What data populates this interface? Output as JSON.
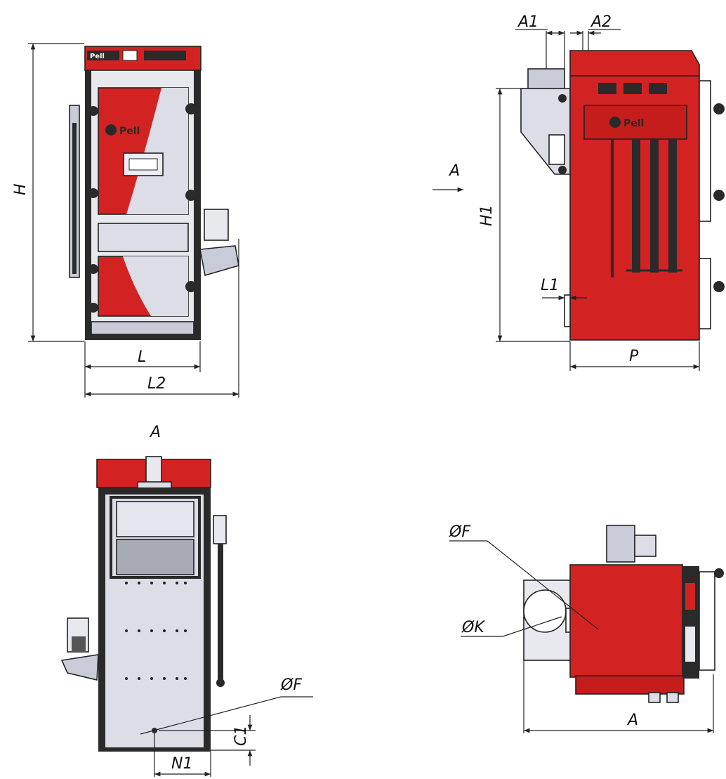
{
  "colors": {
    "body_red": "#d32222",
    "dark_red": "#a81414",
    "steel": "#c9ccd8",
    "dark_steel": "#9a9ca8",
    "frame": "#2a2a2a",
    "line": "#222222",
    "bg": "#ffffff"
  },
  "logo_text": "Pell",
  "front_view": {
    "labels": {
      "height": "H",
      "length": "L",
      "total_length": "L2"
    }
  },
  "side_view": {
    "labels": {
      "a1": "A1",
      "a2": "A2",
      "view_arrow": "A",
      "height1": "H1",
      "l1": "L1",
      "depth": "P"
    }
  },
  "rear_view": {
    "labels": {
      "title": "A",
      "flange": "ØF",
      "c1": "C1",
      "n1": "N1"
    }
  },
  "top_view": {
    "labels": {
      "flange": "ØF",
      "chimney": "ØK",
      "width": "A"
    }
  }
}
